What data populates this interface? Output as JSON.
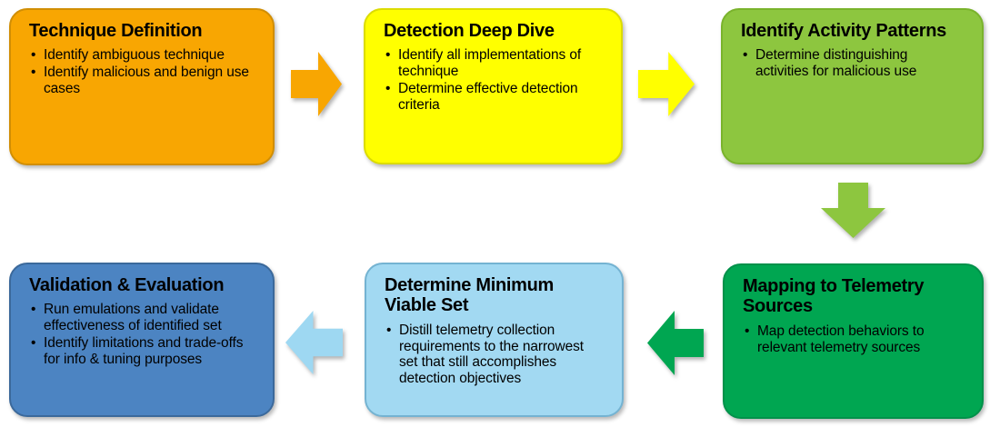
{
  "diagram": {
    "name": "Detection engineering workflow flowchart",
    "background": "#FFFFFF",
    "text_color": "#000000",
    "steps": [
      {
        "title": "Technique Definition",
        "bullets": [
          "Identify ambiguous technique",
          "Identify malicious and benign use cases"
        ],
        "fill": "#F8A602",
        "border": "#D18E04"
      },
      {
        "title": "Detection Deep Dive",
        "bullets": [
          "Identify all implementations of technique",
          "Determine effective detection criteria"
        ],
        "fill": "#FFFF00",
        "border": "#DCDC00"
      },
      {
        "title": "Identify Activity Patterns",
        "bullets": [
          "Determine distinguishing activities for malicious use"
        ],
        "fill": "#8DC63F",
        "border": "#7AB32C"
      },
      {
        "title": "Mapping to Telemetry Sources",
        "bullets": [
          "Map detection behaviors to relevant telemetry sources"
        ],
        "fill": "#00A651",
        "border": "#00914A"
      },
      {
        "title": "Determine Minimum Viable Set",
        "bullets": [
          "Distill telemetry collection requirements to the narrowest set that still accomplishes detection objectives"
        ],
        "fill": "#A2D9F2",
        "border": "#74B3D2"
      },
      {
        "title": "Validation & Evaluation",
        "bullets": [
          "Run emulations and validate effectiveness of identified set",
          "Identify limitations and trade-offs for info & tuning purposes"
        ],
        "fill": "#4C84C2",
        "border": "#3B699B"
      }
    ],
    "arrows": [
      {
        "from": "Technique Definition",
        "to": "Detection Deep Dive",
        "direction": "right",
        "color": "#F8A602"
      },
      {
        "from": "Detection Deep Dive",
        "to": "Identify Activity Patterns",
        "direction": "right",
        "color": "#FFFF00"
      },
      {
        "from": "Identify Activity Patterns",
        "to": "Mapping to Telemetry Sources",
        "direction": "down",
        "color": "#8DC63F"
      },
      {
        "from": "Mapping to Telemetry Sources",
        "to": "Determine Minimum Viable Set",
        "direction": "left",
        "color": "#00A651"
      },
      {
        "from": "Determine Minimum Viable Set",
        "to": "Validation & Evaluation",
        "direction": "left",
        "color": "#9ED8F2"
      }
    ]
  }
}
